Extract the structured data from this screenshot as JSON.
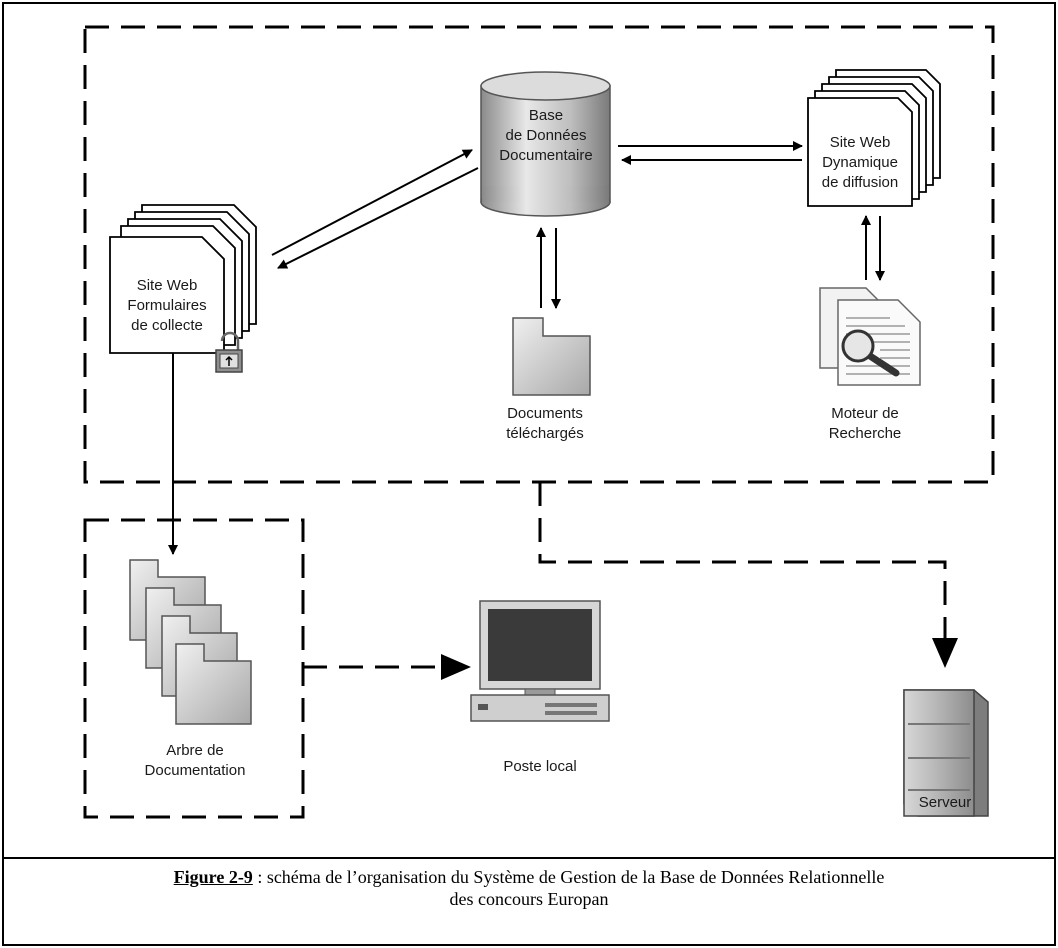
{
  "nodes": {
    "database": [
      "Base",
      "de Données",
      "Documentaire"
    ],
    "site_collect": [
      "Site Web",
      "Formulaires",
      "de collecte"
    ],
    "site_diffusion": [
      "Site Web",
      "Dynamique",
      "de diffusion"
    ],
    "documents": [
      "Documents",
      "téléchargés"
    ],
    "search_engine": [
      "Moteur de",
      "Recherche"
    ],
    "doc_tree": [
      "Arbre de",
      "Documentation"
    ],
    "local_pc": "Poste local",
    "server": "Serveur"
  },
  "caption": {
    "figure": "Figure 2-9",
    "text_line1": " : schéma de l’organisation du Système de Gestion de la Base de Données Relationnelle",
    "text_line2": "des concours Europan"
  },
  "icons": [
    "database-cylinder-icon",
    "web-pages-icon",
    "lock-icon",
    "folder-icon",
    "search-document-icon",
    "folder-stack-icon",
    "desktop-computer-icon",
    "server-tower-icon"
  ]
}
